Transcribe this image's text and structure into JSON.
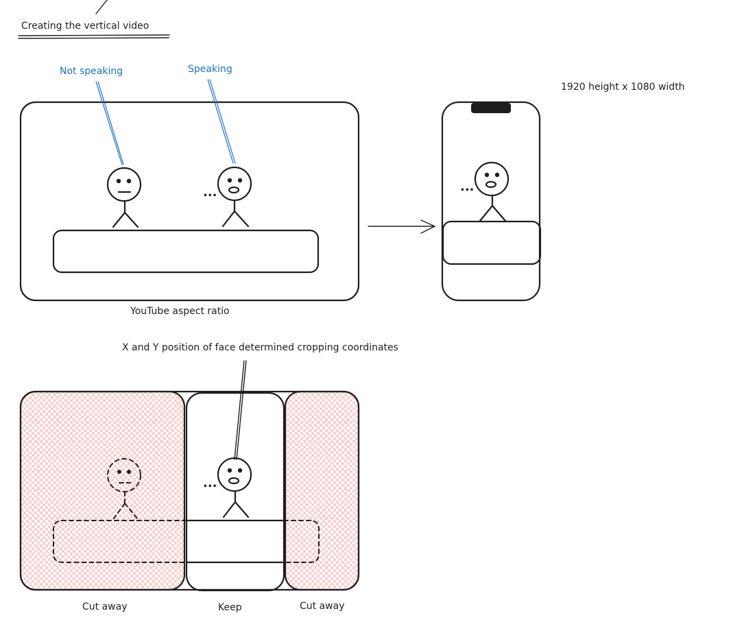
{
  "title": "Creating the vertical video",
  "labels": {
    "not_speaking": "Not speaking",
    "speaking": "Speaking",
    "dimensions": "1920 height x 1080 width",
    "youtube_ratio": "YouTube aspect ratio",
    "face_position": "X and Y position of face determined cropping coordinates",
    "cut_away_left": "Cut away",
    "keep": "Keep",
    "cut_away_right": "Cut away",
    "speaking_dots_1": "...",
    "speaking_dots_2": "...",
    "speaking_dots_3": "..."
  },
  "colors": {
    "ink": "#1e1e1e",
    "annotation_blue": "#1971c2",
    "cut_hatch": "#ff8787"
  }
}
